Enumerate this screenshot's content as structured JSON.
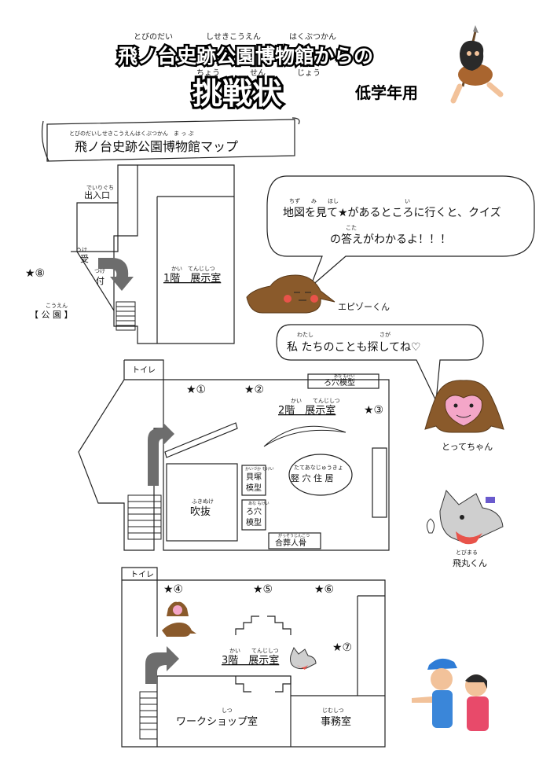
{
  "header": {
    "title_ruby": [
      "とびのだい",
      "しせきこうえん",
      "はくぶつかん"
    ],
    "title_line1": "飛ノ台史跡公園博物館からの",
    "title_line2": "挑戦状",
    "title_line2_ruby": [
      "ちょう",
      "せん",
      "じょう"
    ],
    "grade": "低学年用"
  },
  "map_banner": {
    "ruby": "とびのだいしせきこうえんはくぶつかん　ま っ ぷ",
    "title": "飛ノ台史跡公園博物館マップ"
  },
  "floor1": {
    "entrance_ruby": "でいりぐち",
    "entrance": "出入口",
    "reception_ruby": "うけ",
    "reception_a": "受",
    "reception_b_ruby": "つけ",
    "reception_b": "付",
    "room_ruby": "かい　てんじしつ",
    "room": "1階　展示室"
  },
  "park": {
    "ruby": "こうえん",
    "label": "【 公 園 】",
    "star": "★⑧"
  },
  "speech1": {
    "line1_ruby": "ちず　　み　　ほし　　　　　　　　　　　　い",
    "line1": "地図を見て★があるところに行くと、クイズ",
    "line2_ruby": "こた",
    "line2": "の答えがわかるよ！！！"
  },
  "speech2": {
    "ruby": "わたし　　　　　　　　　　　　さが",
    "text": "私 たちのことも探してね♡"
  },
  "characters": {
    "episo": "エピゾーくん",
    "totte": "とってちゃん",
    "tobimaru_ruby": "とびまる",
    "tobimaru": "飛丸くん"
  },
  "floor2": {
    "toilet": "トイレ",
    "stars": [
      "★①",
      "★②",
      "★③"
    ],
    "room_ruby": "かい　　てんじしつ",
    "room": "2階　展示室",
    "cave_model_ruby": "あな もけい",
    "cave_model": "ろ穴模型",
    "pit_dwelling_ruby": "たてあなじゅうきょ",
    "pit_dwelling": "竪 穴 住 居",
    "shell_mound_ruby": "かいづか もけい",
    "shell_mound": [
      "貝塚",
      "模型"
    ],
    "cave_model2_ruby": "あな もけい",
    "cave_model2": [
      "ろ穴",
      "模型"
    ],
    "atrium_ruby": "ふきぬけ",
    "atrium": "吹抜",
    "burial_ruby": "がっそうじんこつ",
    "burial": "合葬人骨"
  },
  "floor3": {
    "toilet": "トイレ",
    "stars": [
      "★④",
      "★⑤",
      "★⑥",
      "★⑦"
    ],
    "room_ruby": "かい　　てんじしつ",
    "room": "3階　展示室",
    "workshop_ruby": "しつ",
    "workshop": "ワークショップ室",
    "office_ruby": "じむしつ",
    "office": "事務室"
  },
  "colors": {
    "arrow": "#6d6d6d",
    "clay": "#8a5a2b",
    "cheek": "#e8534a",
    "pink": "#f4a6c8",
    "cap": "#2e7cd6",
    "text": "#111111"
  },
  "icons": [
    "caveman-icon",
    "episo-character-icon",
    "totte-character-icon",
    "tobimaru-wolf-icon",
    "children-pointing-icon",
    "stairs-icon",
    "up-arrow-icon"
  ]
}
